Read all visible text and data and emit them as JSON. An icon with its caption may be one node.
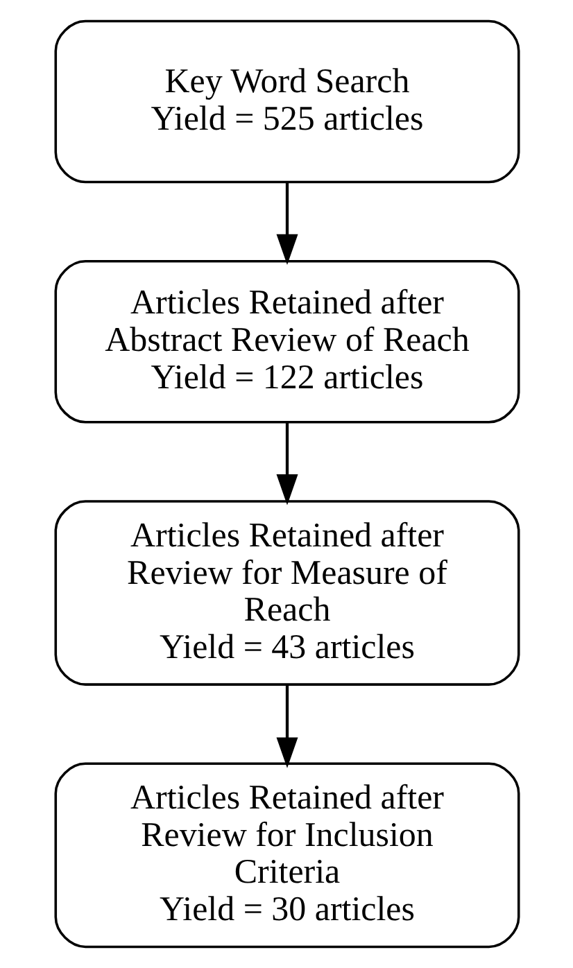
{
  "diagram": {
    "nodes": [
      {
        "text": [
          "Key Word Search",
          "Yield = 525 articles"
        ]
      },
      {
        "text": [
          "Articles Retained after Abstract Review of Reach",
          "Yield = 122 articles"
        ]
      },
      {
        "text": [
          "Articles Retained after Review for Measure of Reach",
          "Yield = 43 articles"
        ]
      },
      {
        "text": [
          "Articles Retained after Review for Inclusion Criteria",
          "Yield = 30 articles"
        ]
      }
    ],
    "edges": [
      {
        "from": 0,
        "to": 1,
        "arrow": "to"
      },
      {
        "from": 1,
        "to": 2,
        "arrow": "to"
      },
      {
        "from": 2,
        "to": 3,
        "arrow": "to"
      }
    ]
  }
}
